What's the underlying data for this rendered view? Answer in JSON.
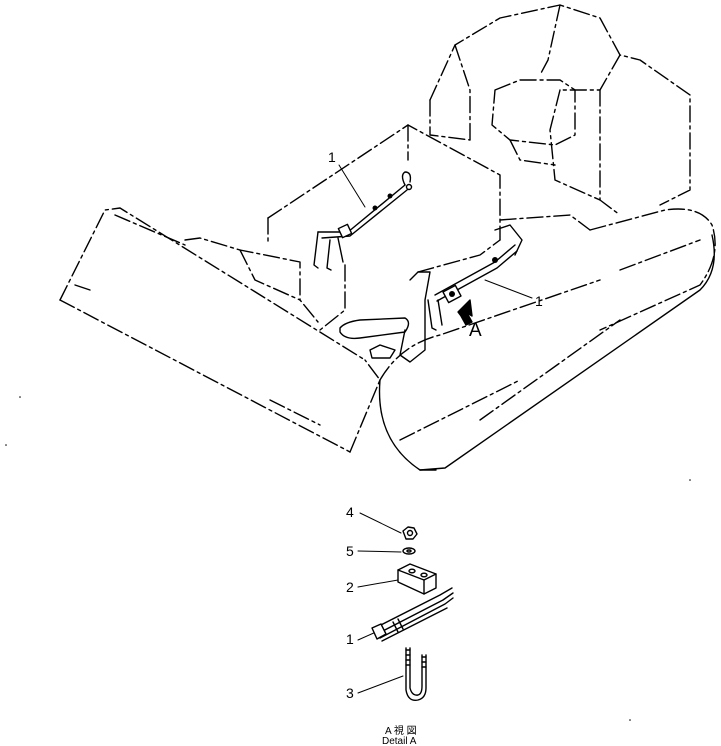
{
  "callouts": {
    "hose_top": "1",
    "hose_right": "1",
    "view_arrow": "A",
    "part_4": "4",
    "part_5": "5",
    "part_2": "2",
    "part_1": "1",
    "part_3": "3"
  },
  "caption": {
    "line1": "A 視 図",
    "line2": "Detail A"
  }
}
